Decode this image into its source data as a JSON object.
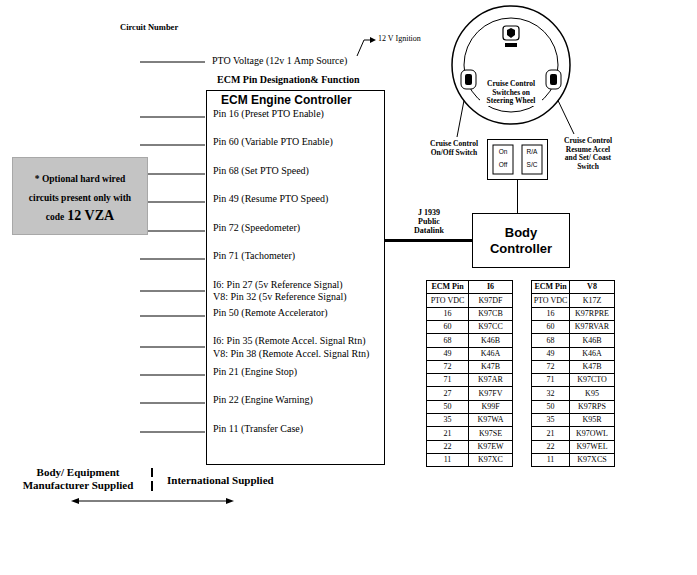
{
  "diagram": {
    "nodes": [
      {
        "text": [
          "ECM Pin Designation& Function",
          "ECM Engine Controller",
          "Pin 16 (Preset PTO Enable)",
          "Pin 60 (Variable PTO Enable)",
          "Pin 68 (Set PTO Speed)",
          "Pin 49 (Resume PTO Speed)",
          "Pin 72 (Speedometer)",
          "Pin 71 (Tachometer)",
          "I6: Pin 27 (5v Reference Signal)",
          "V8: Pin 32 (5v Reference Signal)",
          "Pin 50 (Remote Accelerator)",
          "I6: Pin 35 (Remote Accel. Signal Rtn)",
          "V8: Pin 38 (Remote Accel. Signal Rtn)",
          "Pin 21 (Engine Stop)",
          "Pin 22 (Engine Warning)",
          "Pin 11 (Transfer Case)"
        ]
      },
      {
        "text": [
          "* Optional hard wired circuits present only with code",
          "12 VZA"
        ]
      },
      {
        "text": [
          "Body Controller"
        ]
      },
      {
        "text": [
          "On",
          "Off",
          "R/A",
          "S/C"
        ]
      },
      {
        "text": [
          "Cruise Control Switches on Steering Wheel"
        ]
      }
    ],
    "edges": [
      {
        "from": 0,
        "to": 2,
        "arrow": "none",
        "label": "J 1939 Public Datalink"
      },
      {
        "from": 3,
        "to": 2,
        "arrow": "none"
      }
    ],
    "labels": [
      "Circuit Number",
      "PTO Voltage (12v 1 Amp Source)",
      "12 V Ignition",
      "Cruise Control On/Off Switch",
      "Cruise Control Resume Accel and Set/ Coast Switch",
      "ECM Pin",
      "I6",
      "PTO VDC",
      "K97DF",
      "16",
      "K97CB",
      "60",
      "K97CC",
      "68",
      "K46B",
      "49",
      "K46A",
      "72",
      "K47B",
      "71",
      "K97AR",
      "27",
      "K97FV",
      "50",
      "K99F",
      "35",
      "K97WA",
      "21",
      "K97SE",
      "22",
      "K97EW",
      "11",
      "K97XC",
      "ECM Pin",
      "V8",
      "PTO VDC",
      "K17Z",
      "16",
      "K97RPRE",
      "60",
      "K97RVAR",
      "68",
      "K46B",
      "49",
      "K46A",
      "72",
      "K47B",
      "71",
      "K97CTO",
      "32",
      "K95",
      "50",
      "K97RPS",
      "35",
      "K95R",
      "21",
      "K97OWL",
      "22",
      "K97WEL",
      "11",
      "K97XCS",
      "Body/ Equipment Manufacturer Supplied",
      "International Supplied"
    ]
  }
}
